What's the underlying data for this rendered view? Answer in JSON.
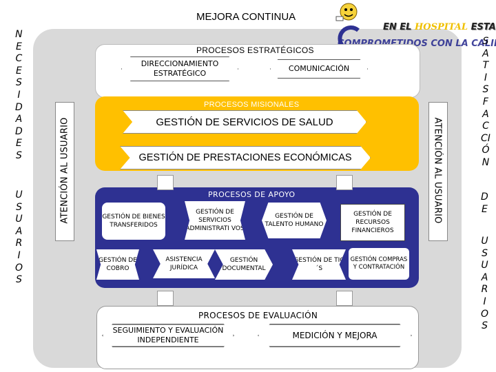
{
  "title": "MEJORA CONTINUA",
  "left_vertical": {
    "top_word": [
      "N",
      "E",
      "C",
      "E",
      "S",
      "I",
      "D",
      "A",
      "D",
      "E",
      "S"
    ],
    "bottom_word": [
      "U",
      "S",
      "U",
      "A",
      "R",
      "I",
      "O",
      "S"
    ]
  },
  "right_vertical": {
    "top_word": [
      "S",
      "A",
      "T",
      "I",
      "S",
      "F",
      "A",
      "C",
      "CI",
      "Ó",
      "N"
    ],
    "middle_word": [
      "D",
      "E"
    ],
    "bottom_word": [
      "U",
      "S",
      "U",
      "A",
      "R",
      "I",
      "O",
      "S"
    ]
  },
  "logo": {
    "line1_a": "EN EL",
    "line1_b": "HOSPITAL",
    "line1_c": "ESTAMOS",
    "line2": "COMPROMETIDOS CON LA CALIDAD"
  },
  "estrategicos": {
    "title": "PROCESOS ESTRATÉGICOS",
    "direccionamiento": "DIRECCIONAMIENTO ESTRATÉGICO",
    "comunicacion": "COMUNICACIÓN"
  },
  "misionales": {
    "title": "PROCESOS MISIONALES",
    "salud": "GESTIÓN DE SERVICIOS DE SALUD",
    "prestaciones": "GESTIÓN DE PRESTACIONES ECONÓMICAS"
  },
  "atencion_left": "ATENCIÓN AL USUARIO",
  "atencion_right": "ATENCIÓN AL USUARIO",
  "apoyo": {
    "title": "PROCESOS DE APOYO",
    "bienes": "GESTIÓN DE BIENES TRANSFERIDOS",
    "servicios": "GESTIÓN DE SERVICIOS ADMINISTRATI VOS",
    "talento": "GESTIÓN DE TALENTO HUMANO",
    "recursos": "GESTIÓN DE RECURSOS FINANCIEROS",
    "cobro": "GESTIÓN DE COBRO",
    "juridica": "ASISTENCIA JURÍDICA",
    "documental": "GESTIÓN DOCUMENTAL",
    "tics": "GESTIÓN DE TIC´S",
    "compras": "GESTIÓN COMPRAS Y CONTRATACIÓN"
  },
  "evaluacion": {
    "title": "PROCESOS DE EVALUACIÓN",
    "seguimiento": "SEGUIMIENTO Y EVALUACIÓN INDEPENDIENTE",
    "medicion": "MEDICIÓN Y MEJORA"
  },
  "colors": {
    "misionales": "#ffc000",
    "apoyo": "#2e3192",
    "frame": "#d9d9d9"
  }
}
